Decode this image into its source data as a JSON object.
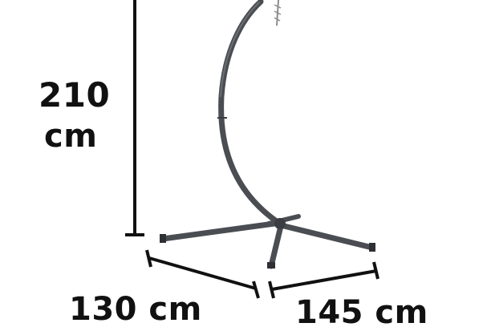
{
  "dimensions": {
    "height_value": "210",
    "height_unit": "cm",
    "width_a": "130 cm",
    "width_b": "145 cm"
  },
  "colors": {
    "frame": "#4a4d52",
    "frame_dark": "#3a3d42",
    "dimension_line": "#111111",
    "background": "#ffffff"
  },
  "icons": {
    "product": "hammock-chair-stand"
  }
}
